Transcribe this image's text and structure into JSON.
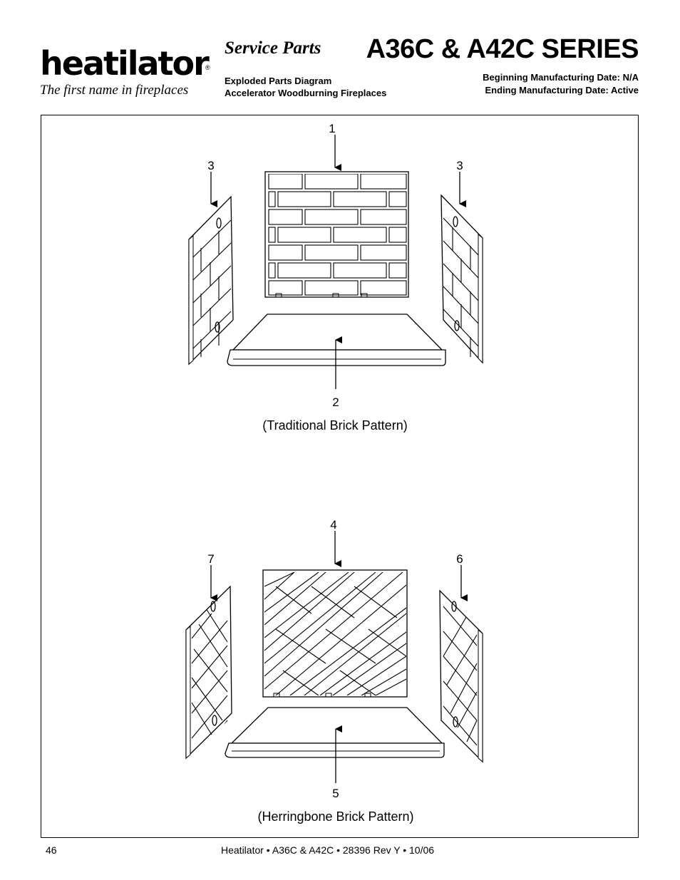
{
  "brand": {
    "logo_text": "heatilator",
    "registered_mark": "®",
    "tagline": "The first name in fireplaces"
  },
  "header": {
    "section": "Service Parts",
    "series_title": "A36C & A42C SERIES",
    "subtitle_lines": [
      "Exploded Parts Diagram",
      "Accelerator Woodburning Fireplaces"
    ],
    "dates": [
      "Beginning Manufacturing Date: N/A",
      "Ending Manufacturing Date: Active"
    ]
  },
  "diagrams": [
    {
      "caption": "(Traditional Brick Pattern)",
      "callouts": {
        "back": "1",
        "floor": "2",
        "left": "3",
        "right": "3"
      }
    },
    {
      "caption": "(Herringbone Brick Pattern)",
      "callouts": {
        "back": "4",
        "floor": "5",
        "left": "7",
        "right": "6"
      }
    }
  ],
  "footer": {
    "page_number": "46",
    "doc_ref": "Heatilator • A36C & A42C • 28396 Rev Y • 10/06"
  }
}
